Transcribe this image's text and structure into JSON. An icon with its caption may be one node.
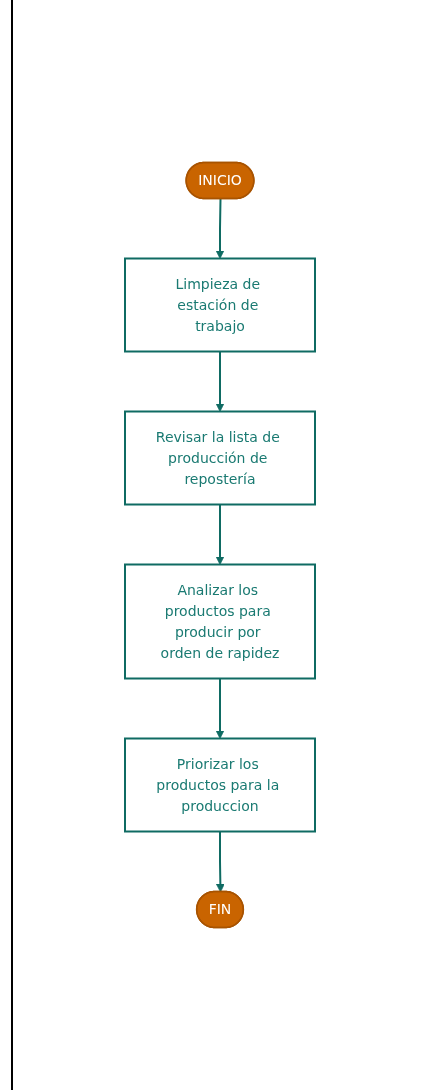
{
  "diagram": {
    "nodes": [
      {
        "text": [
          "INICIO"
        ]
      },
      {
        "text": [
          "Limpieza de estación de trabajo"
        ]
      },
      {
        "text": [
          "Revisar la lista de producción de repostería"
        ]
      },
      {
        "text": [
          "Analizar los productos para producir por orden de rapidez"
        ]
      },
      {
        "text": [
          "Priorizar los productos para la produccion"
        ]
      },
      {
        "text": [
          "FIN"
        ]
      }
    ],
    "edges": [
      {
        "from": 0,
        "to": 1,
        "arrow": "to"
      },
      {
        "from": 1,
        "to": 2,
        "arrow": "to"
      },
      {
        "from": 2,
        "to": 3,
        "arrow": "to"
      },
      {
        "from": 3,
        "to": 4,
        "arrow": "to"
      },
      {
        "from": 4,
        "to": 5,
        "arrow": "to"
      }
    ]
  }
}
